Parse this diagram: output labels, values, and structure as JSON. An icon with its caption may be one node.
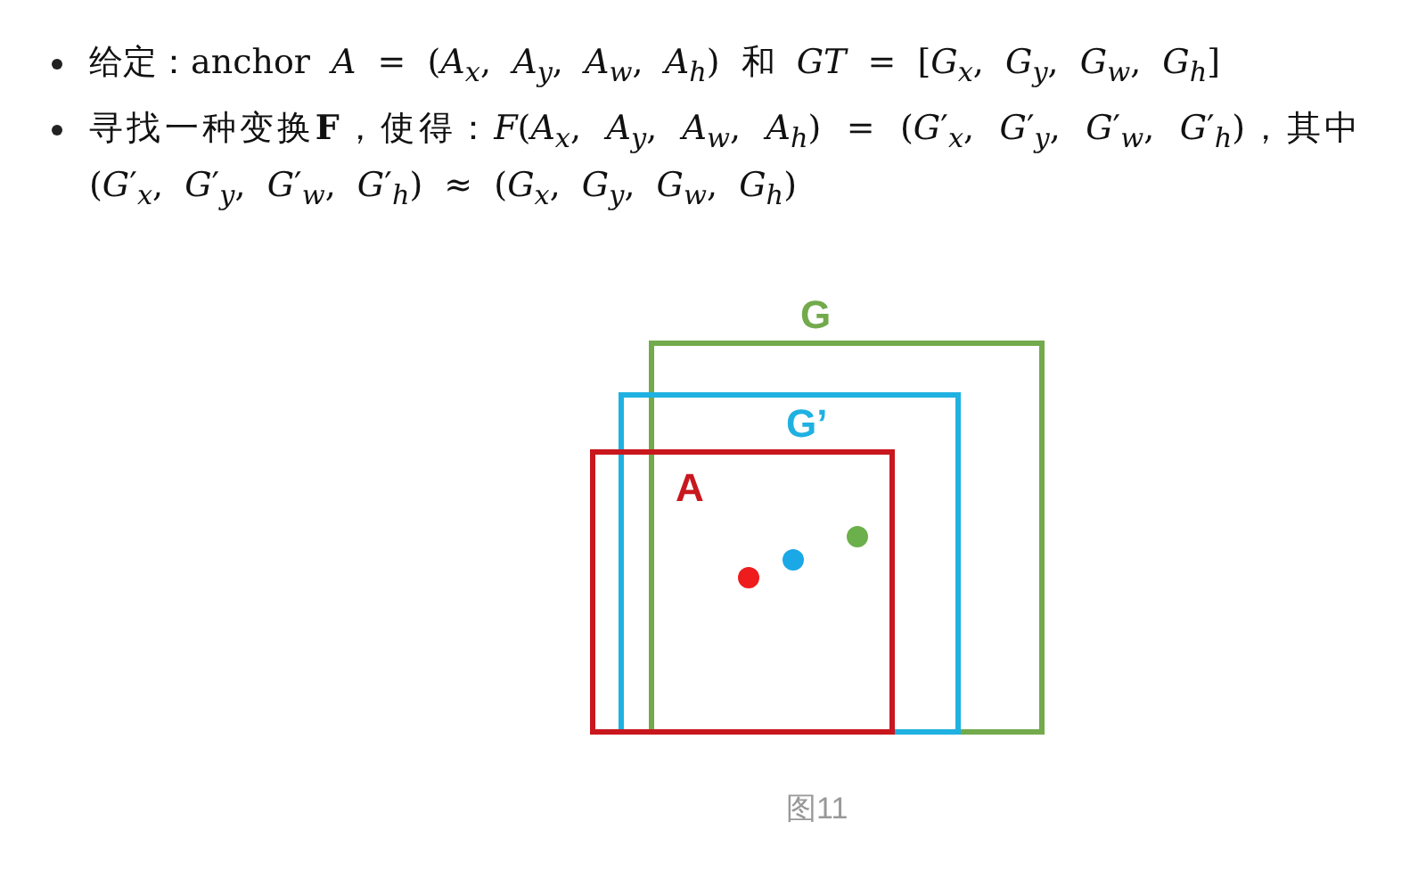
{
  "diagram": {
    "caption": "图11",
    "nodes": [
      {
        "text": [
          "G"
        ]
      },
      {
        "text": [
          "G’"
        ]
      },
      {
        "text": [
          "A"
        ]
      }
    ],
    "labels": [
      "给定：anchor *A* = (*A*$_{x}$, *A*$_{y}$, *A*$_{w}$, *A*$_{h}$) 和 *GT* = [*G*$_{x}$, *G*$_{y}$, *G*$_{w}$, *G*$_{h}$]",
      "寻找一种变换**F**，使得：*F*(*A*$_{x}$, *A*$_{y}$, *A*$_{w}$, *A*$_{h}$) = (*G*′$_{x}$, *G*′$_{y}$, *G*′$_{w}$, *G*′$_{h}$)，其中 (*G*′$_{x}$, *G*′$_{y}$, *G*′$_{w}$, *G*′$_{h}$) ≈ (*G*$_{x}$, *G*$_{y}$, *G*$_{w}$, *G*$_{h}$)"
    ]
  }
}
